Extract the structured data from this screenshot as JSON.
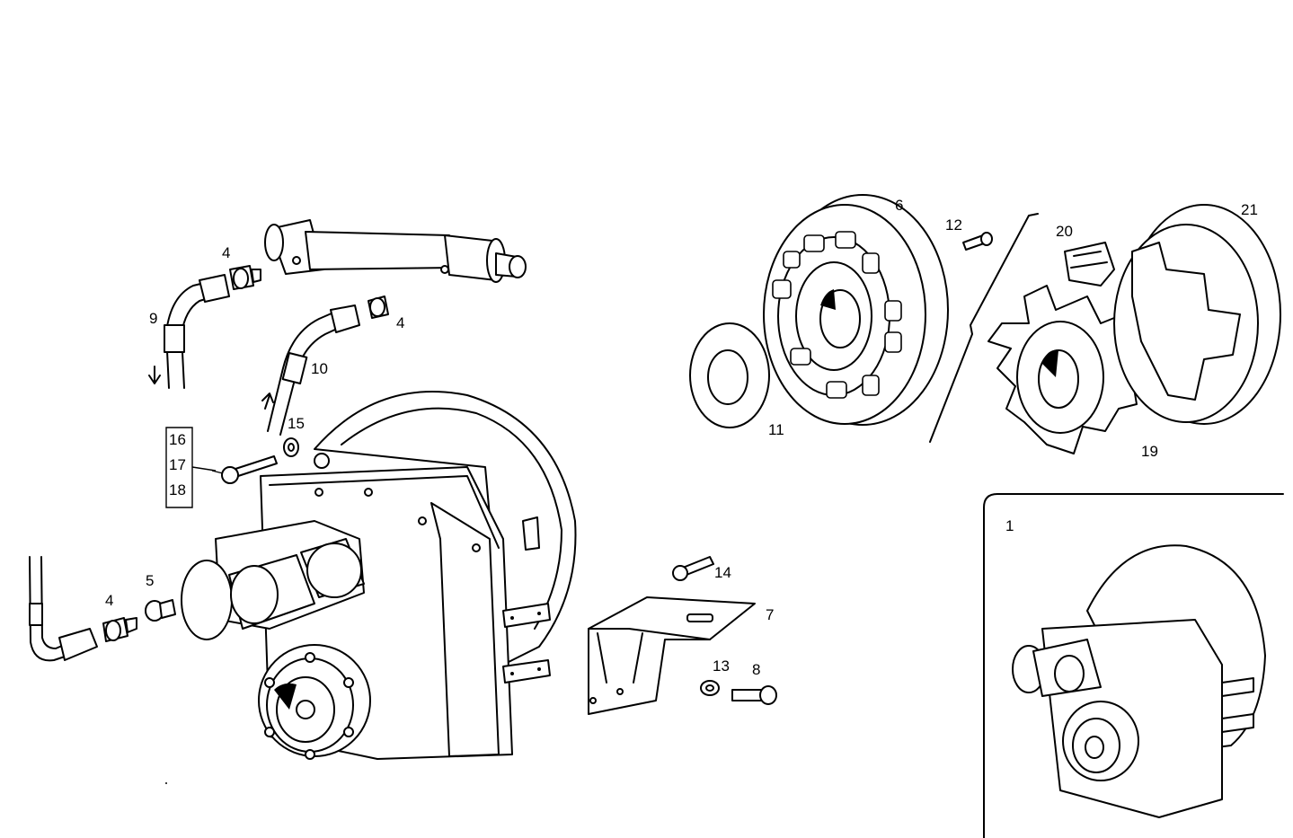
{
  "callouts": {
    "c1": "1",
    "c4a": "4",
    "c4b": "4",
    "c4c": "4",
    "c5": "5",
    "c6": "6",
    "c7": "7",
    "c8": "8",
    "c9": "9",
    "c10": "10",
    "c11": "11",
    "c12": "12",
    "c13": "13",
    "c14": "14",
    "c15": "15",
    "c16": "16",
    "c17": "17",
    "c18": "18",
    "c19": "19",
    "c20": "20",
    "c21": "21"
  },
  "colors": {
    "line": "#000000",
    "background": "#ffffff"
  }
}
